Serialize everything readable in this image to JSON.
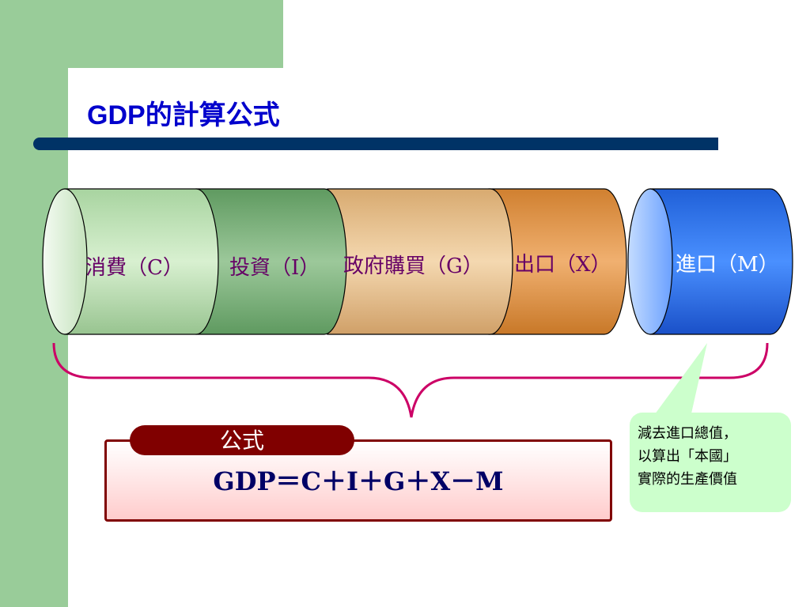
{
  "slide": {
    "title_latin": "GDP",
    "title_rest": "的計算公式"
  },
  "segments": [
    {
      "label": "消費（C）"
    },
    {
      "label": "投資（I）"
    },
    {
      "label": "政府購買（G）"
    },
    {
      "label": "出口（X）"
    },
    {
      "label": "進口（M）"
    }
  ],
  "callout": {
    "lines": [
      "減去進口總值，",
      "以算出「本國」",
      "實際的生產價值"
    ]
  },
  "formula": {
    "tab_label": "公式",
    "expression": "GDP＝C＋I＋G＋X－M"
  },
  "colors": {
    "background_band": "#99cc99",
    "title": "#0000cc",
    "title_bar": "#003366",
    "consumption": "#c8e6c0",
    "investment": "#80b080",
    "government": "#e6c08c",
    "export": "#e09848",
    "import": "#3a78e8",
    "brace": "#cc0066",
    "formula_border": "#800000",
    "callout": "#ccffcc"
  }
}
